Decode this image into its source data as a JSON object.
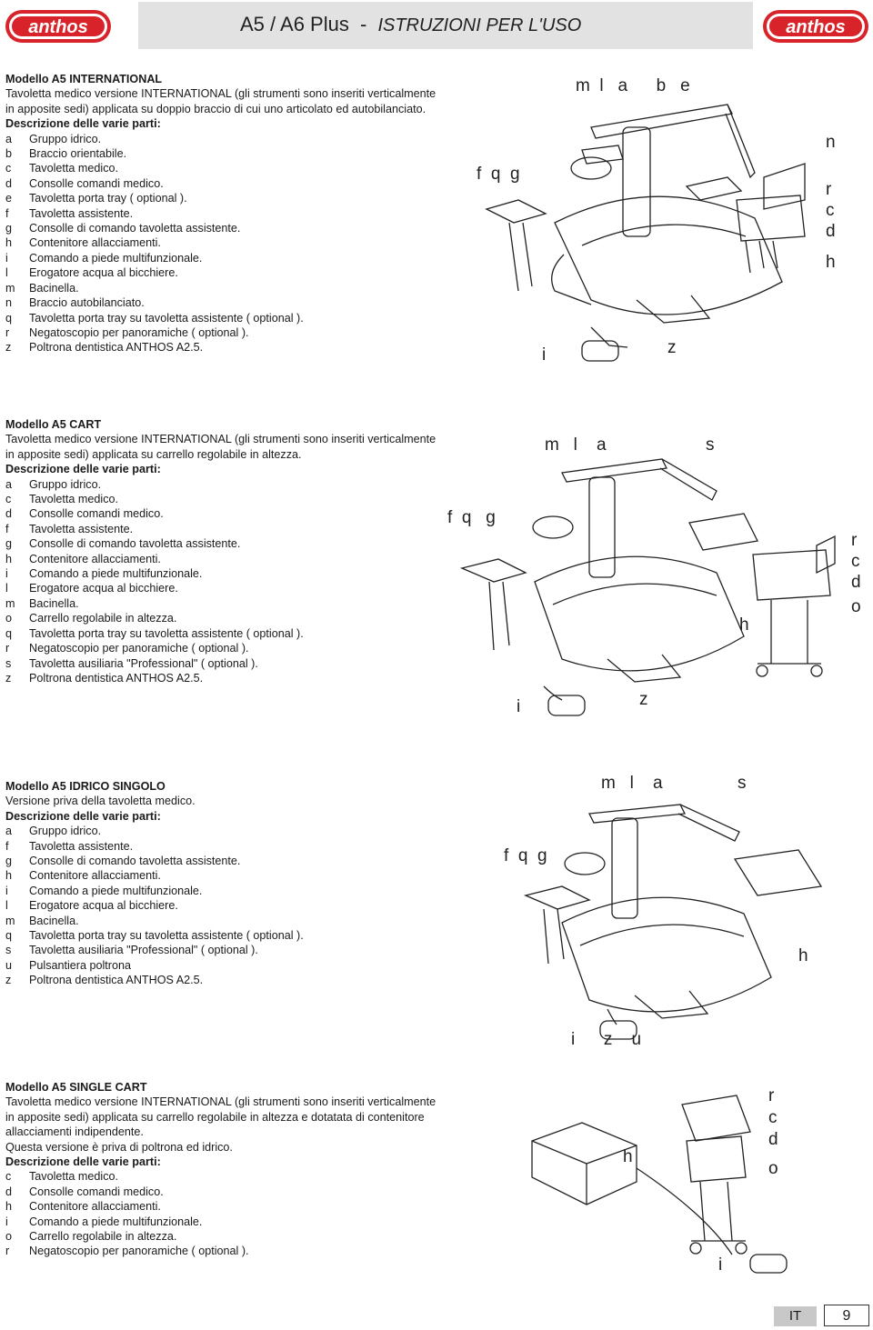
{
  "header": {
    "logo_text": "anthos",
    "title": "A5 / A6 Plus",
    "separator": "-",
    "subtitle": "ISTRUZIONI PER L'USO"
  },
  "sections": [
    {
      "title": "Modello  A5  INTERNATIONAL",
      "description": "Tavoletta medico versione INTERNATIONAL (gli strumenti sono inseriti verticalmente in apposite sedi) applicata su doppio braccio di cui uno articolato ed autobilanciato.",
      "parts_heading": "Descrizione delle varie parti:",
      "parts": [
        {
          "key": "a",
          "text": "Gruppo idrico."
        },
        {
          "key": "b",
          "text": "Braccio orientabile."
        },
        {
          "key": "c",
          "text": "Tavoletta medico."
        },
        {
          "key": "d",
          "text": "Consolle comandi medico."
        },
        {
          "key": "e",
          "text": "Tavoletta porta tray ( optional )."
        },
        {
          "key": "f",
          "text": "Tavoletta assistente."
        },
        {
          "key": "g",
          "text": "Consolle di comando tavoletta assistente."
        },
        {
          "key": "h",
          "text": "Contenitore allacciamenti."
        },
        {
          "key": "i",
          "text": "Comando a piede multifunzionale."
        },
        {
          "key": "l",
          "text": "Erogatore acqua al bicchiere."
        },
        {
          "key": "m",
          "text": "Bacinella."
        },
        {
          "key": "n",
          "text": "Braccio autobilanciato."
        },
        {
          "key": "q",
          "text": "Tavoletta porta tray su tavoletta assistente ( optional )."
        },
        {
          "key": "r",
          "text": "Negatoscopio per panoramiche ( optional )."
        },
        {
          "key": "z",
          "text": "Poltrona dentistica ANTHOS A2.5."
        }
      ],
      "figure_labels": {
        "top": "m  l   a      b   e",
        "left": "f  q  g",
        "right": [
          "n",
          "r",
          "c",
          "d",
          "h"
        ],
        "bottom_i": "i",
        "bottom_z": "z"
      }
    },
    {
      "title": "Modello  A5  CART",
      "description": "Tavoletta medico versione INTERNATIONAL (gli strumenti sono inseriti verticalmente in apposite sedi) applicata su carrello regolabile in altezza.",
      "parts_heading": "Descrizione delle varie parti:",
      "parts": [
        {
          "key": "a",
          "text": "Gruppo idrico."
        },
        {
          "key": "c",
          "text": "Tavoletta medico."
        },
        {
          "key": "d",
          "text": "Consolle comandi medico."
        },
        {
          "key": "f",
          "text": "Tavoletta assistente."
        },
        {
          "key": "g",
          "text": "Consolle di comando tavoletta assistente."
        },
        {
          "key": "h",
          "text": "Contenitore allacciamenti."
        },
        {
          "key": "i",
          "text": "Comando a piede multifunzionale."
        },
        {
          "key": "l",
          "text": "Erogatore acqua al bicchiere."
        },
        {
          "key": "m",
          "text": "Bacinella."
        },
        {
          "key": "o",
          "text": "Carrello regolabile in altezza."
        },
        {
          "key": "q",
          "text": "Tavoletta porta tray su tavoletta assistente ( optional )."
        },
        {
          "key": "r",
          "text": "Negatoscopio per panoramiche ( optional )."
        },
        {
          "key": "s",
          "text": "Tavoletta ausiliaria \"Professional\" ( optional )."
        },
        {
          "key": "z",
          "text": "Poltrona dentistica ANTHOS A2.5."
        }
      ],
      "figure_labels": {
        "top": "m   l    a",
        "top_s": "s",
        "left": "f  q   g",
        "right": [
          "r",
          "c",
          "d",
          "o"
        ],
        "mid_h": "h",
        "bottom_i": "i",
        "bottom_z": "z"
      }
    },
    {
      "title": "Modello  A5  IDRICO SINGOLO",
      "description": "Versione priva della tavoletta medico.",
      "parts_heading": "Descrizione delle varie parti:",
      "parts": [
        {
          "key": "a",
          "text": "Gruppo idrico."
        },
        {
          "key": "f",
          "text": "Tavoletta assistente."
        },
        {
          "key": "g",
          "text": "Consolle di comando tavoletta assistente."
        },
        {
          "key": "h",
          "text": "Contenitore allacciamenti."
        },
        {
          "key": "i",
          "text": "Comando a piede multifunzionale."
        },
        {
          "key": "l",
          "text": "Erogatore acqua al bicchiere."
        },
        {
          "key": "m",
          "text": "Bacinella."
        },
        {
          "key": "q",
          "text": "Tavoletta porta tray su tavoletta assistente ( optional )."
        },
        {
          "key": "s",
          "text": "Tavoletta ausiliaria \"Professional\" ( optional )."
        },
        {
          "key": "u",
          "text": "Pulsantiera poltrona"
        },
        {
          "key": "z",
          "text": "Poltrona dentistica ANTHOS A2.5."
        }
      ],
      "figure_labels": {
        "top": "m   l    a",
        "top_s": "s",
        "left": "f  q  g",
        "mid_h": "h",
        "bottom": "i      z    u"
      }
    },
    {
      "title": "Modello  A5  SINGLE CART",
      "description": "Tavoletta medico versione INTERNATIONAL (gli strumenti sono inseriti verticalmente in apposite sedi) applicata su carrello regolabile in altezza e dotatata di contenitore allacciamenti indipendente.",
      "description2": "Questa versione è priva di poltrona ed idrico.",
      "parts_heading": "Descrizione delle varie parti:",
      "parts": [
        {
          "key": "c",
          "text": "Tavoletta medico."
        },
        {
          "key": "d",
          "text": "Consolle comandi medico."
        },
        {
          "key": "h",
          "text": "Contenitore allacciamenti."
        },
        {
          "key": "i",
          "text": "Comando a piede multifunzionale."
        },
        {
          "key": "o",
          "text": "Carrello regolabile in altezza."
        },
        {
          "key": "r",
          "text": "Negatoscopio per panoramiche ( optional )."
        }
      ],
      "figure_labels": {
        "right": [
          "r",
          "c",
          "d",
          "o"
        ],
        "mid_h": "h",
        "bottom_i": "i"
      }
    }
  ],
  "footer": {
    "language": "IT",
    "page": "9"
  },
  "colors": {
    "brand_red": "#d8232a",
    "header_gray": "#e2e2e2",
    "footer_gray": "#c8c8c8"
  }
}
